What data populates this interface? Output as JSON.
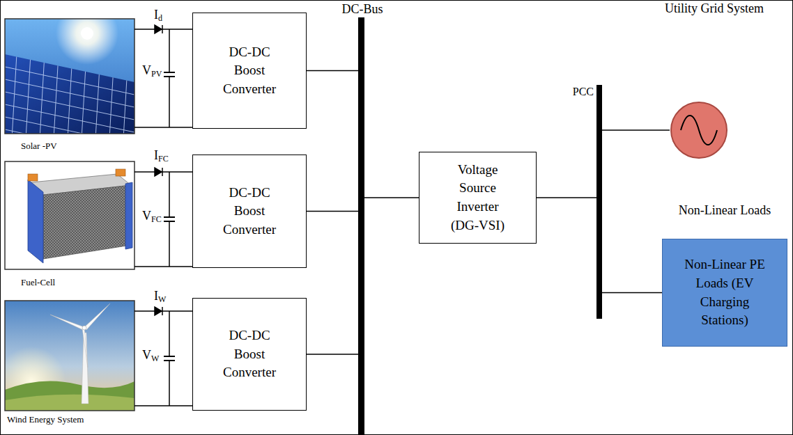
{
  "diagram": {
    "nodes": [
      {
        "text": [
          "DC-Bus"
        ]
      },
      {
        "text": [
          "DC-DC Boost Converter"
        ]
      },
      {
        "text": [
          "DC-DC Boost Converter"
        ]
      },
      {
        "text": [
          "DC-DC Boost Converter"
        ]
      },
      {
        "text": [
          "Voltage Source Inverter (DG-VSI)"
        ]
      },
      {
        "text": [
          "PCC"
        ]
      },
      {
        "text": [
          "Utility Grid System"
        ]
      },
      {
        "text": [
          "Non-Linear Loads",
          "Non-Linear PE Loads (EV Charging Stations)"
        ]
      }
    ],
    "edges": [
      {
        "from": 1,
        "to": 0,
        "arrow": "none"
      },
      {
        "from": 2,
        "to": 0,
        "arrow": "none"
      },
      {
        "from": 3,
        "to": 0,
        "arrow": "none"
      },
      {
        "from": 0,
        "to": 4,
        "arrow": "none"
      },
      {
        "from": 4,
        "to": 5,
        "arrow": "none"
      },
      {
        "from": 5,
        "to": 6,
        "arrow": "none"
      },
      {
        "from": 5,
        "to": 7,
        "arrow": "none"
      }
    ],
    "labels": [
      "Solar -PV",
      "Fuel-Cell",
      "Wind Energy System",
      "I",
      "d",
      "V",
      "PV",
      "I",
      "FC",
      "V",
      "FC",
      "I",
      "W",
      "V",
      "W"
    ]
  }
}
